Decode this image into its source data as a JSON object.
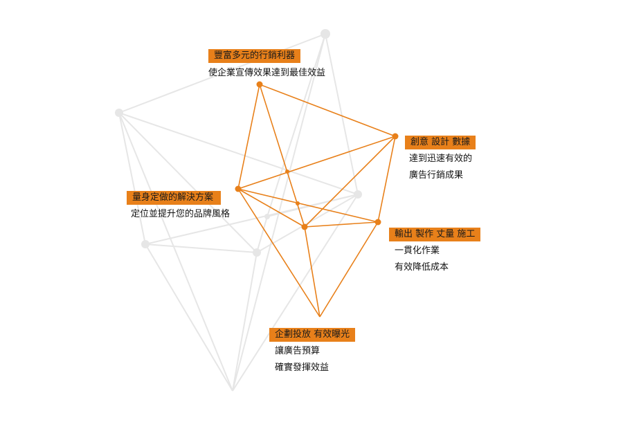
{
  "colors": {
    "accent": "#e8801a",
    "background_network": "#e6e6e6",
    "text": "#111111"
  },
  "labels": {
    "top": {
      "tag": "豐富多元的行銷利器",
      "lines": [
        "使企業宣傳效果達到最佳效益"
      ]
    },
    "right_upper": {
      "tag": "創意 設計 數據",
      "lines": [
        "達到迅速有效的",
        "廣告行銷成果"
      ]
    },
    "left": {
      "tag": "量身定做的解決方案",
      "lines": [
        "定位並提升您的品牌風格"
      ]
    },
    "right_lower": {
      "tag": "輸出 製作 丈量 施工",
      "lines": [
        "一貫化作業",
        "有效降低成本"
      ]
    },
    "bottom": {
      "tag": "企劃投放 有效曝光",
      "lines": [
        "讓廣告預算",
        "確實發揮效益"
      ]
    }
  }
}
